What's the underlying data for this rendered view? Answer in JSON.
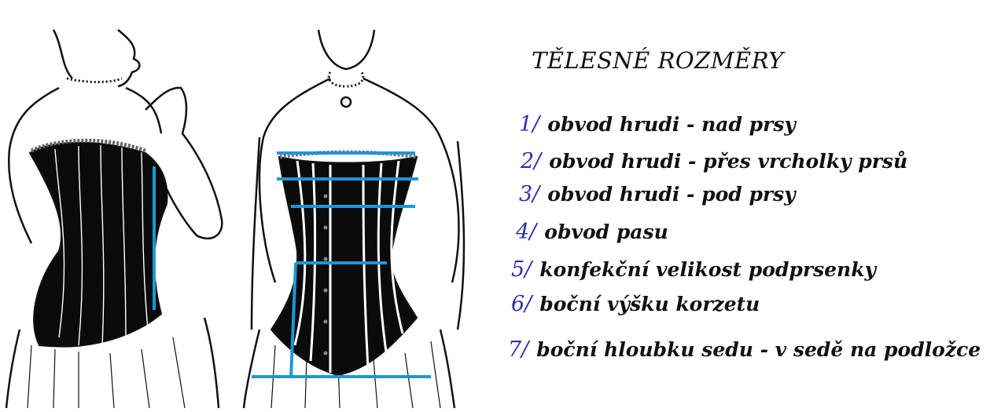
{
  "title": "TĚLESNÉ ROZMĚRY",
  "colors": {
    "measure_line": "#1e96d6",
    "number": "#2f2fb0",
    "ink": "#111111"
  },
  "legend": [
    {
      "num": "1/",
      "text": "obvod hrudi - nad prsy"
    },
    {
      "num": "2/",
      "text": "obvod hrudi - přes vrcholky prsů"
    },
    {
      "num": "3/",
      "text": "obvod hrudi - pod prsy"
    },
    {
      "num": "4/",
      "text": "obvod pasu"
    },
    {
      "num": "5/",
      "text": "konfekční velikost podprsenky"
    },
    {
      "num": "6/",
      "text": "boční výšku korzetu"
    },
    {
      "num": "7/",
      "text": "boční hloubku sedu - v sedě na podložce"
    }
  ]
}
